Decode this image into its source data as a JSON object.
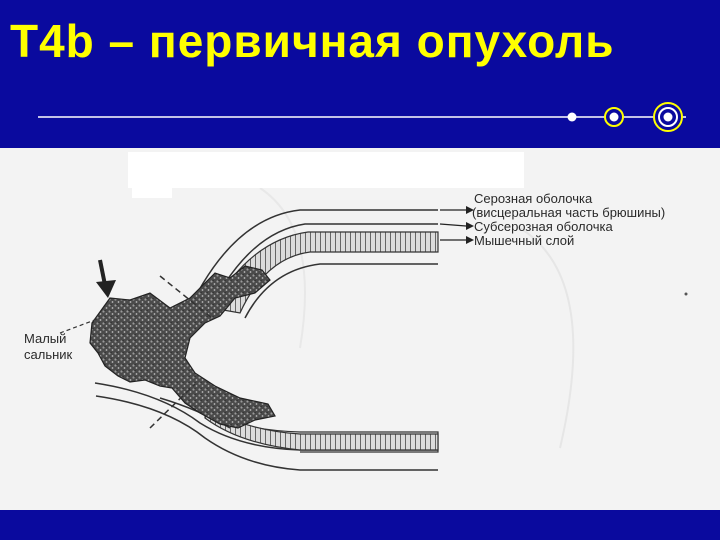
{
  "slide": {
    "title": "T4b – первичная опухоль"
  },
  "diagram": {
    "labels": {
      "serosa": "Серозная оболочка",
      "visceral": "(висцеральная часть брюшины)",
      "subserosa": "Субсерозная оболочка",
      "muscle": "Мышечный слой",
      "omentum_line1": "Малый",
      "omentum_line2": "сальник"
    }
  },
  "colors": {
    "background": "#0a0a9e",
    "title": "#ffff00",
    "figure_bg": "#f3f3f3"
  }
}
